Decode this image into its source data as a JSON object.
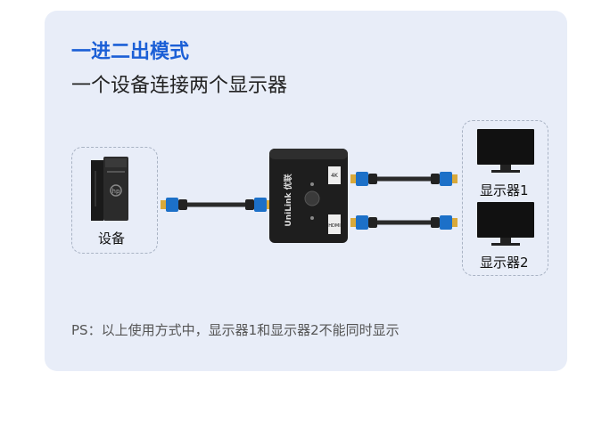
{
  "header": {
    "title": "一进二出模式",
    "subtitle": "一个设备连接两个显示器"
  },
  "watermark": "UniLink 优联",
  "source_device": {
    "label": "设备"
  },
  "switch_box": {
    "brand": "UniLink 优联",
    "port_badge_top": "4K",
    "port_badge_bottom": "HDMI"
  },
  "monitors": [
    {
      "label": "显示器1"
    },
    {
      "label": "显示器2"
    }
  ],
  "note": "PS：以上使用方式中，显示器1和显示器2不能同时显示",
  "colors": {
    "title": "#1b5fd6",
    "card_bg": "#e8edf8",
    "cable_head": "#1c70c8",
    "gold": "#d9a93a"
  }
}
